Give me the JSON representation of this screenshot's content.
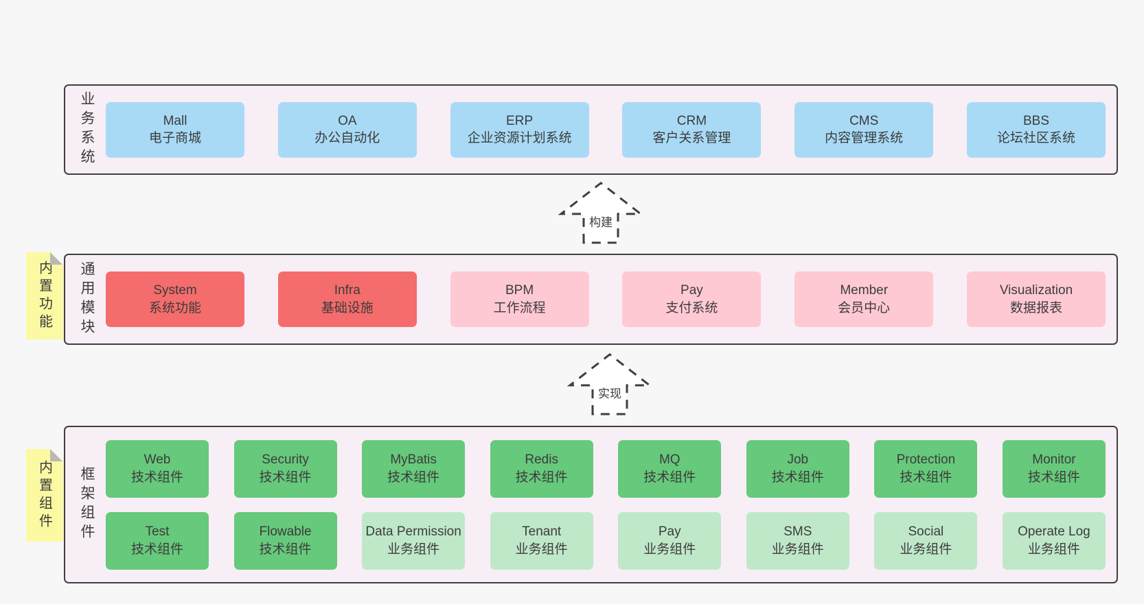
{
  "palette": {
    "page_bg": "#f7f7f7",
    "band_bg": "#f8eef6",
    "band_border": "#3f3f3f",
    "blue_box": "#a8daf5",
    "red_box": "#f56c6c",
    "pink_box": "#ffc9d4",
    "green_box": "#66c97b",
    "light_green_box": "#bfe8c9",
    "note_yellow": "#fbf9a2",
    "note_fold_gray": "#b9b9b9",
    "text": "#3c3c3c"
  },
  "arrows": [
    {
      "label": "构建"
    },
    {
      "label": "实现"
    }
  ],
  "bands": [
    {
      "label": "业务系统",
      "rows": [
        [
          {
            "name": "Mall",
            "desc": "电子商城"
          },
          {
            "name": "OA",
            "desc": "办公自动化"
          },
          {
            "name": "ERP",
            "desc": "企业资源计划系统"
          },
          {
            "name": "CRM",
            "desc": "客户关系管理"
          },
          {
            "name": "CMS",
            "desc": "内容管理系统"
          },
          {
            "name": "BBS",
            "desc": "论坛社区系统"
          }
        ]
      ]
    },
    {
      "label": "通用模块",
      "note": "内置功能",
      "rows": [
        [
          {
            "name": "System",
            "desc": "系统功能"
          },
          {
            "name": "Infra",
            "desc": "基础设施"
          },
          {
            "name": "BPM",
            "desc": "工作流程"
          },
          {
            "name": "Pay",
            "desc": "支付系统"
          },
          {
            "name": "Member",
            "desc": "会员中心"
          },
          {
            "name": "Visualization",
            "desc": "数据报表"
          }
        ]
      ]
    },
    {
      "label": "框架组件",
      "note": "内置组件",
      "rows": [
        [
          {
            "name": "Web",
            "desc": "技术组件"
          },
          {
            "name": "Security",
            "desc": "技术组件"
          },
          {
            "name": "MyBatis",
            "desc": "技术组件"
          },
          {
            "name": "Redis",
            "desc": "技术组件"
          },
          {
            "name": "MQ",
            "desc": "技术组件"
          },
          {
            "name": "Job",
            "desc": "技术组件"
          },
          {
            "name": "Protection",
            "desc": "技术组件"
          },
          {
            "name": "Monitor",
            "desc": "技术组件"
          }
        ],
        [
          {
            "name": "Test",
            "desc": "技术组件"
          },
          {
            "name": "Flowable",
            "desc": "技术组件"
          },
          {
            "name": "Data Permission",
            "desc": "业务组件"
          },
          {
            "name": "Tenant",
            "desc": "业务组件"
          },
          {
            "name": "Pay",
            "desc": "业务组件"
          },
          {
            "name": "SMS",
            "desc": "业务组件"
          },
          {
            "name": "Social",
            "desc": "业务组件"
          },
          {
            "name": "Operate Log",
            "desc": "业务组件"
          }
        ]
      ]
    }
  ]
}
